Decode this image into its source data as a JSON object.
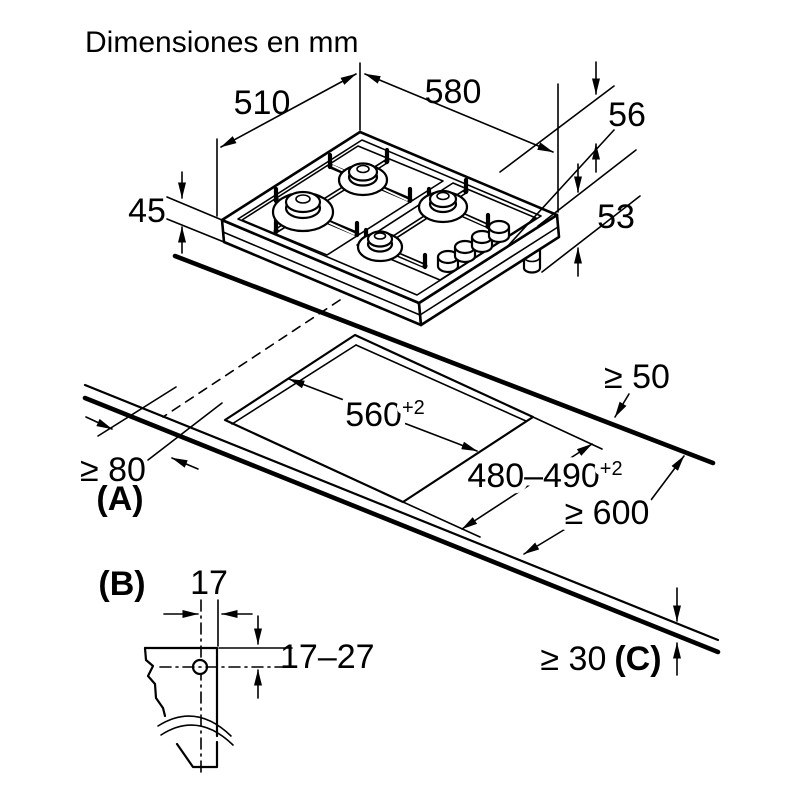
{
  "title": "Dimensiones en mm",
  "colors": {
    "line": "#000000",
    "background": "#ffffff"
  },
  "hob": {
    "width": "580",
    "depth": "510",
    "edge_height": "45",
    "gas_connection_offset": "56",
    "gas_connection_depth": "53"
  },
  "cutout": {
    "width": "560",
    "width_tolerance": "+2",
    "depth": "480–490",
    "depth_tolerance": "+2"
  },
  "clearances": {
    "rear": "≥ 50",
    "front": "≥ 80",
    "front_label": "(A)",
    "worktop_depth": "≥ 600",
    "worktop_thickness": "≥ 30",
    "worktop_thickness_label": "(C)"
  },
  "fixing_detail": {
    "label": "(B)",
    "hole_edge_offset": "17",
    "fixing_height_range": "17–27"
  }
}
